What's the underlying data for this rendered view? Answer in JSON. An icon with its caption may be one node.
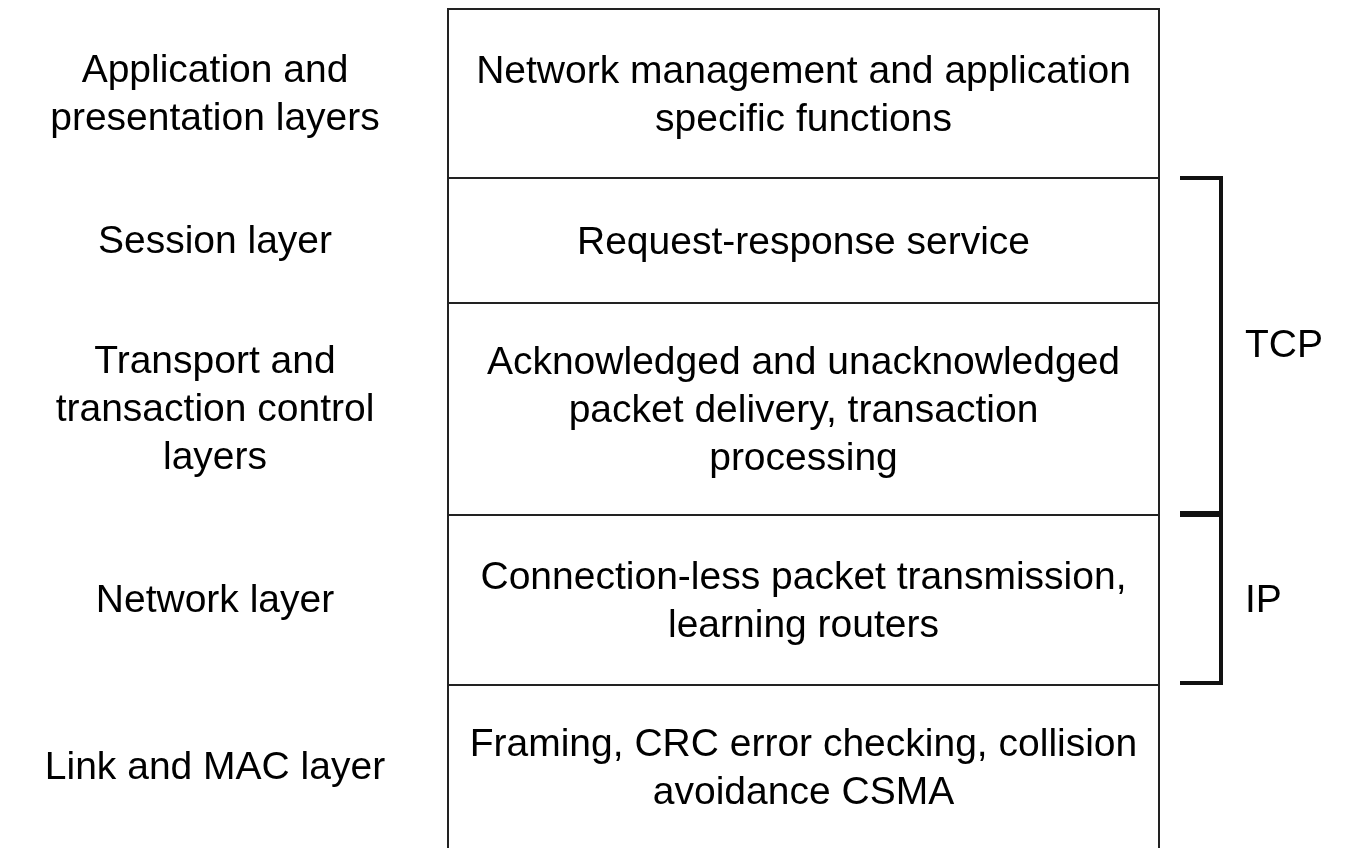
{
  "diagram": {
    "nodes": [
      {
        "text": [
          "Network management and application specific functions"
        ],
        "beside": [
          "Application and presentation layers"
        ]
      },
      {
        "text": [
          "Request-response service"
        ],
        "beside": [
          "Session layer"
        ]
      },
      {
        "text": [
          "Acknowledged and unacknowledged packet delivery, transaction processing"
        ],
        "beside": [
          "Transport and transaction control layers"
        ]
      },
      {
        "text": [
          "Connection-less packet transmission, learning routers"
        ],
        "beside": [
          "Network layer"
        ]
      },
      {
        "text": [
          "Framing, CRC error checking, collision avoidance CSMA"
        ],
        "beside": [
          "Link and MAC layer"
        ]
      }
    ],
    "labels": [
      "TCP",
      "IP"
    ]
  }
}
